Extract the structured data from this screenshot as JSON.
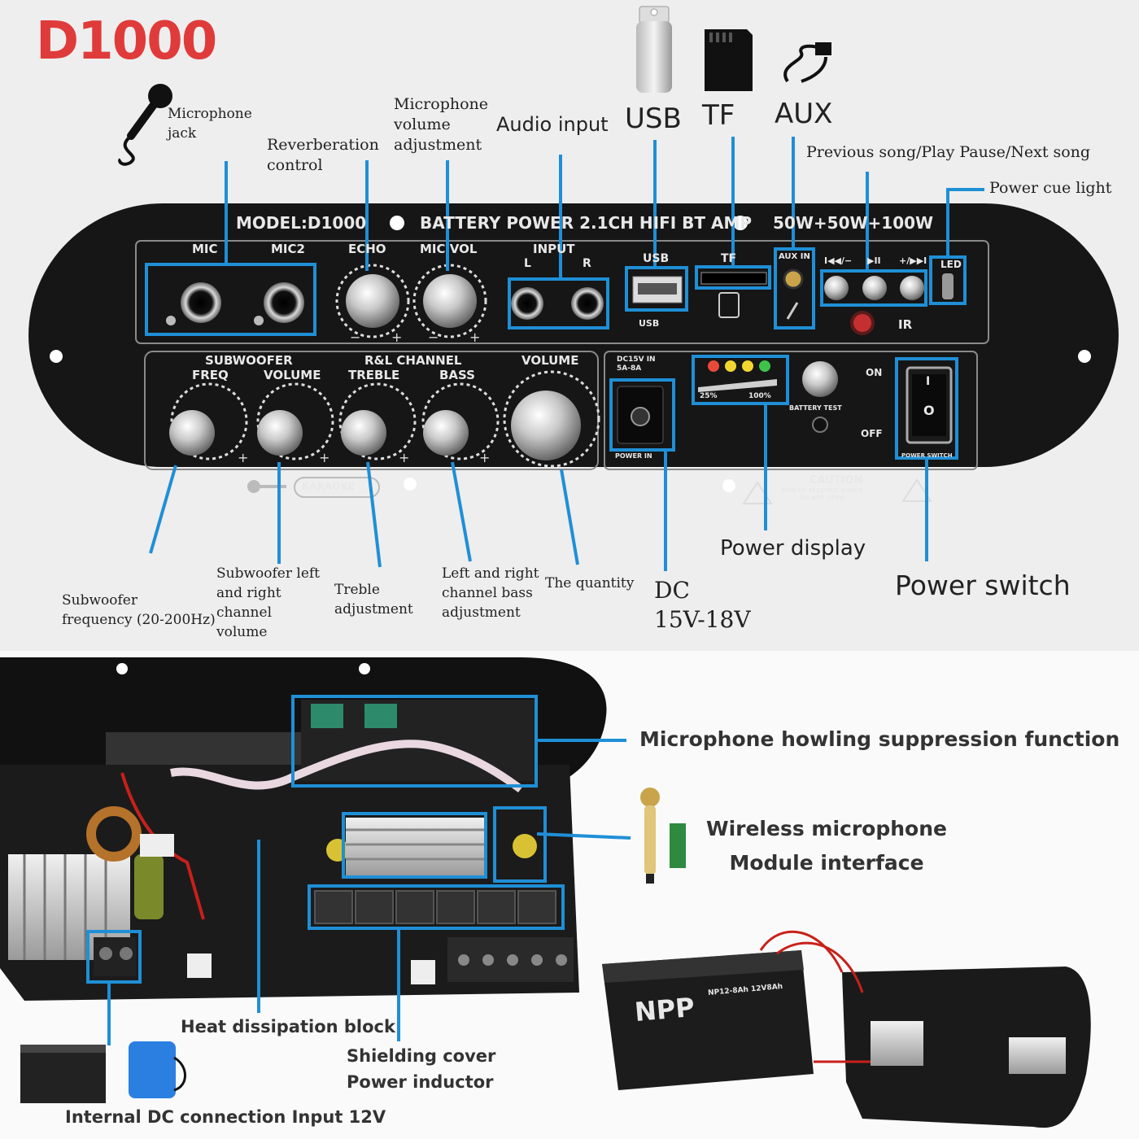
{
  "title": "D1000",
  "labels": {
    "mic_jack": "Microphone\njack",
    "reverb": "Reverberation\ncontrol",
    "mic_volume": "Microphone\nvolume\nadjustment",
    "audio_input": "Audio input",
    "usb": "USB",
    "tf": "TF",
    "aux": "AUX",
    "prev_play_next": "Previous song/Play Pause/Next song",
    "power_cue": "Power cue light",
    "sub_freq": "Subwoofer\nfrequency (20-200Hz)",
    "sub_volume": "Subwoofer left\nand right\nchannel\nvolume",
    "treble": "Treble\nadjustment",
    "bass": "Left and right\nchannel bass\nadjustment",
    "quantity": "The quantity",
    "dc": "DC\n15V-18V",
    "power_display": "Power display",
    "power_switch": "Power switch",
    "howling": "Microphone howling suppression function",
    "wireless": "Wireless microphone\nModule interface",
    "heat": "Heat dissipation block",
    "shielding": "Shielding cover\nPower inductor",
    "dc_input": "Internal DC connection Input 12V"
  },
  "panel": {
    "model": "MODEL:D1000",
    "header": "BATTERY POWER 2.1CH HIFI BT AMP",
    "power": "50W+50W+100W",
    "mic": "MIC",
    "mic2": "MIC2",
    "echo": "ECHO",
    "micvol": "MIC VOL",
    "input": "INPUT",
    "l": "L",
    "r": "R",
    "usb": "USB",
    "tf": "TF",
    "auxin": "AUX IN",
    "prev": "I◀◀/−",
    "play": "▶II",
    "next": "+/▶▶I",
    "led": "LED",
    "ir": "IR",
    "subwoofer": "SUBWOOFER",
    "freq": "FREQ",
    "volume": "VOLUME",
    "rl_channel": "R&L CHANNEL",
    "treble": "TREBLE",
    "bass": "BASS",
    "main_volume": "VOLUME",
    "dc_spec": "DC15V IN\n5A-8A",
    "power_in": "POWER IN",
    "pct25": "25%",
    "pct100": "100%",
    "battery_test": "BATTERY TEST",
    "on": "ON",
    "off": "OFF",
    "power_switch": "POWER SWITCH",
    "caution": "CAUTION",
    "caution_sub": "RISK OF ELECTRIC SHOCK\nDO NOT OPEN",
    "karaoke": "KARAOKE",
    "usb_logo": "USB",
    "switch_i": "I",
    "switch_o": "O"
  },
  "battery": {
    "brand": "NPP",
    "model": "NP12-8Ah   12V8Ah"
  },
  "colors": {
    "title": "#e03b3b",
    "leader": "#1f8fd6",
    "panel": "#161616",
    "led_red": "#e84a3a",
    "led_yellow": "#f1d630",
    "led_green": "#3ec24a"
  }
}
